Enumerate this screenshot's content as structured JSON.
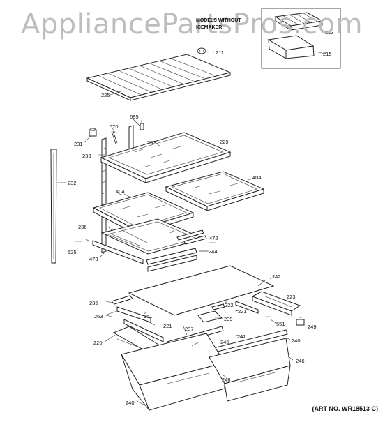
{
  "watermark": "AppliancePartsPros.com",
  "inset": {
    "title": "MODELS WITHOUT ICEMAKER"
  },
  "art_number": "(ART NO. WR18513 C)",
  "callouts": [
    "211",
    "215",
    "213",
    "225",
    "685",
    "570",
    "231",
    "232",
    "229",
    "233",
    "404",
    "232",
    "404",
    "236",
    "472",
    "525",
    "473",
    "244",
    "242",
    "235",
    "222",
    "223",
    "263",
    "221",
    "239",
    "221",
    "551",
    "551",
    "249",
    "237",
    "220",
    "241",
    "245",
    "240",
    "246",
    "246",
    "240"
  ]
}
